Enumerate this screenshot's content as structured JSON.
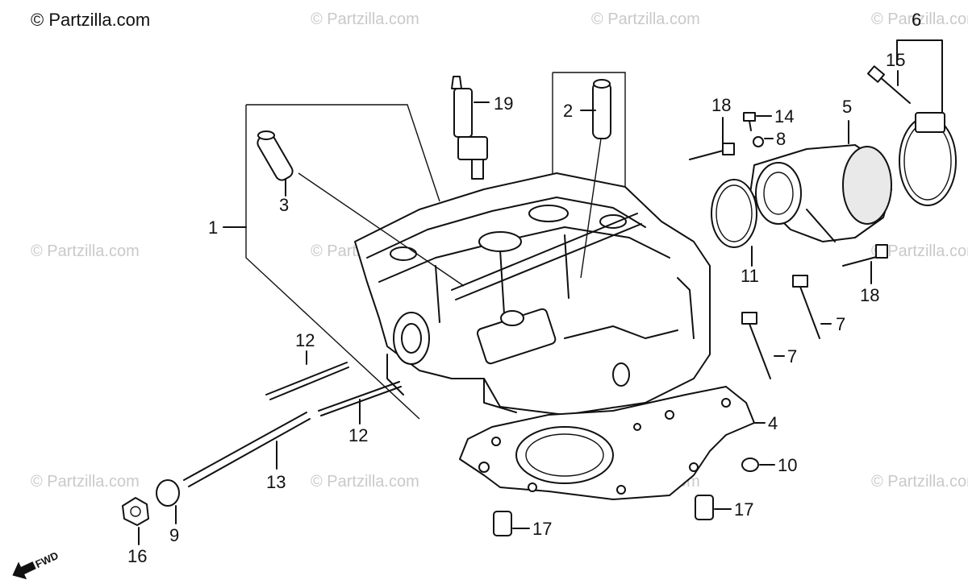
{
  "watermark": {
    "main": "© Partzilla.com",
    "faint": "© Partzilla.com"
  },
  "fwd_label": "FWD",
  "callouts": {
    "c1": "1",
    "c2": "2",
    "c3": "3",
    "c4": "4",
    "c5": "5",
    "c6": "6",
    "c7a": "7",
    "c7b": "7",
    "c8": "8",
    "c9": "9",
    "c10": "10",
    "c11": "11",
    "c12a": "12",
    "c12b": "12",
    "c13": "13",
    "c14": "14",
    "c15": "15",
    "c16": "16",
    "c17a": "17",
    "c17b": "17",
    "c18a": "18",
    "c18b": "18",
    "c19": "19"
  }
}
